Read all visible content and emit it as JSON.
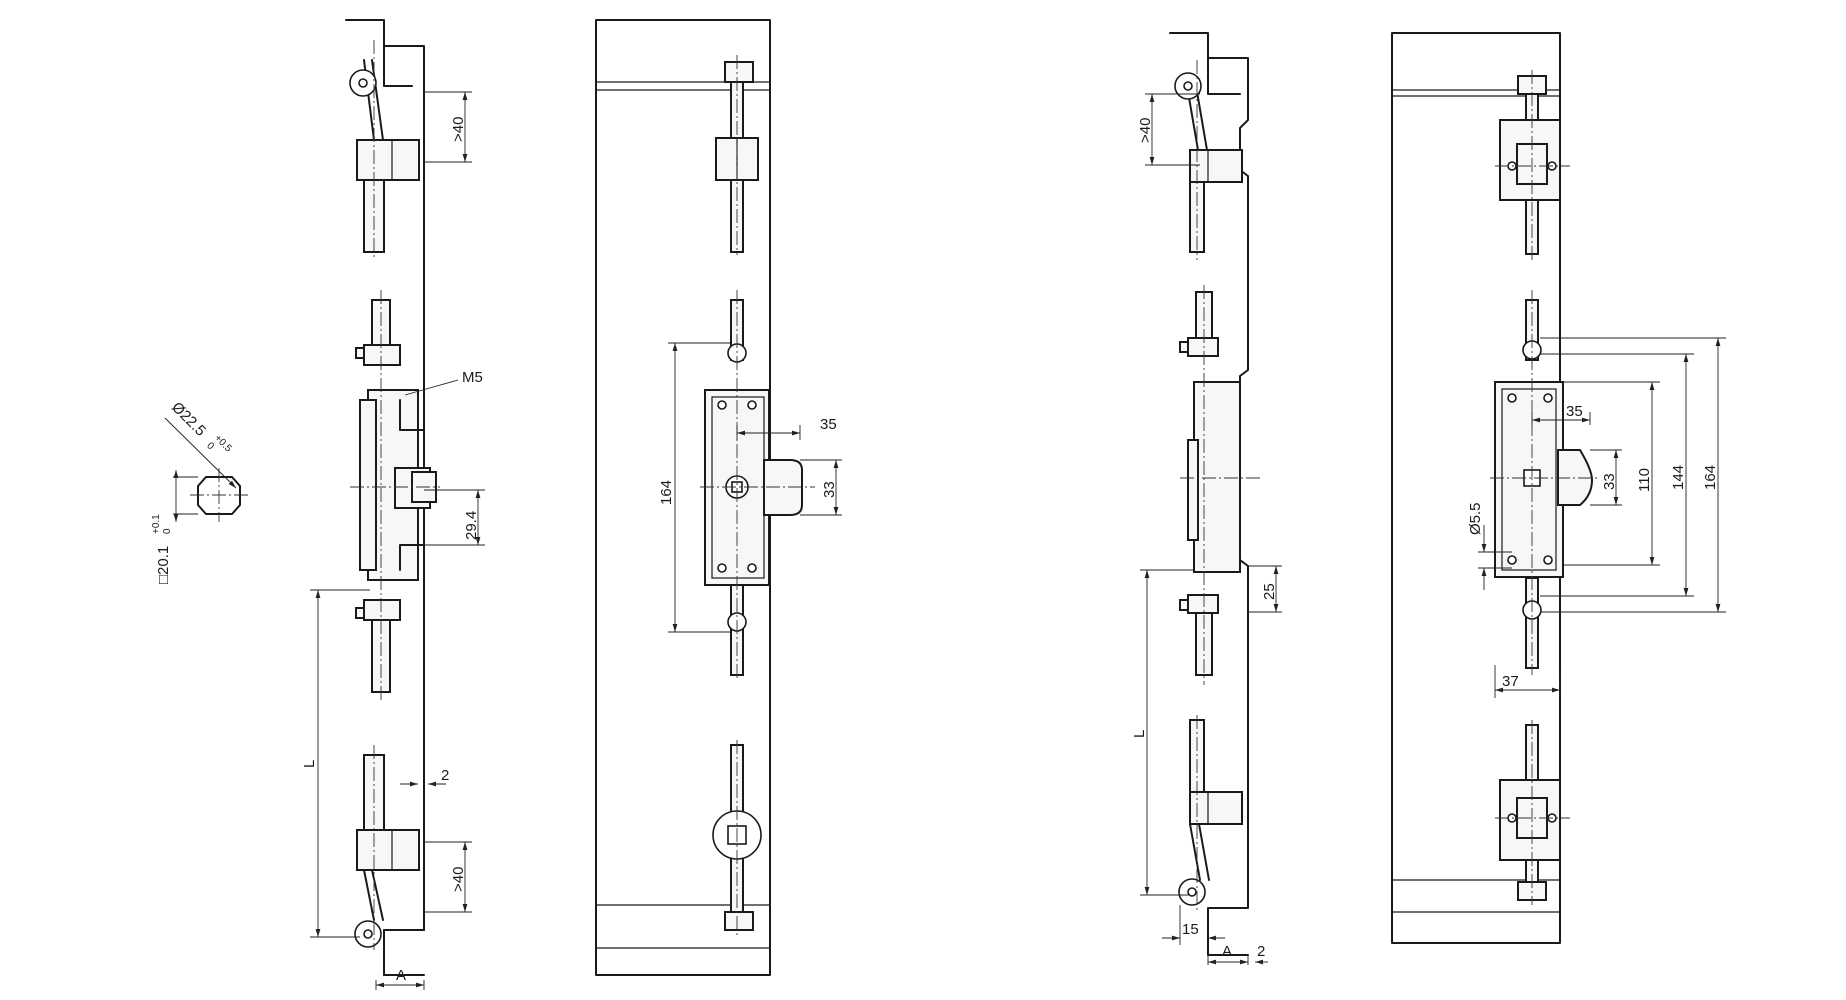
{
  "drawing": {
    "detail_square": "□20.1",
    "detail_square_tol": "+0.1",
    "detail_square_tol2": "0",
    "detail_diameter": "Ø22.5",
    "detail_diameter_tol": "+0.5",
    "detail_diameter_tol2": "0"
  },
  "view1": {
    "dim_top_40": ">40",
    "dim_bottom_40": ">40",
    "thread": "M5",
    "dim_29": "29.4",
    "dim_2": "2",
    "dim_L": "L",
    "dim_A": "A"
  },
  "view2": {
    "dim_164": "164",
    "dim_35": "35",
    "dim_33": "33"
  },
  "view3": {
    "dim_top_40": ">40",
    "dim_25": "25",
    "dim_L": "L",
    "dim_15": "15",
    "dim_A": "A",
    "dim_2": "2"
  },
  "view4": {
    "dim_35": "35",
    "dim_33": "33",
    "dim_110": "110",
    "dim_144": "144",
    "dim_164": "164",
    "dim_55": "Ø5.5",
    "dim_37": "37"
  }
}
